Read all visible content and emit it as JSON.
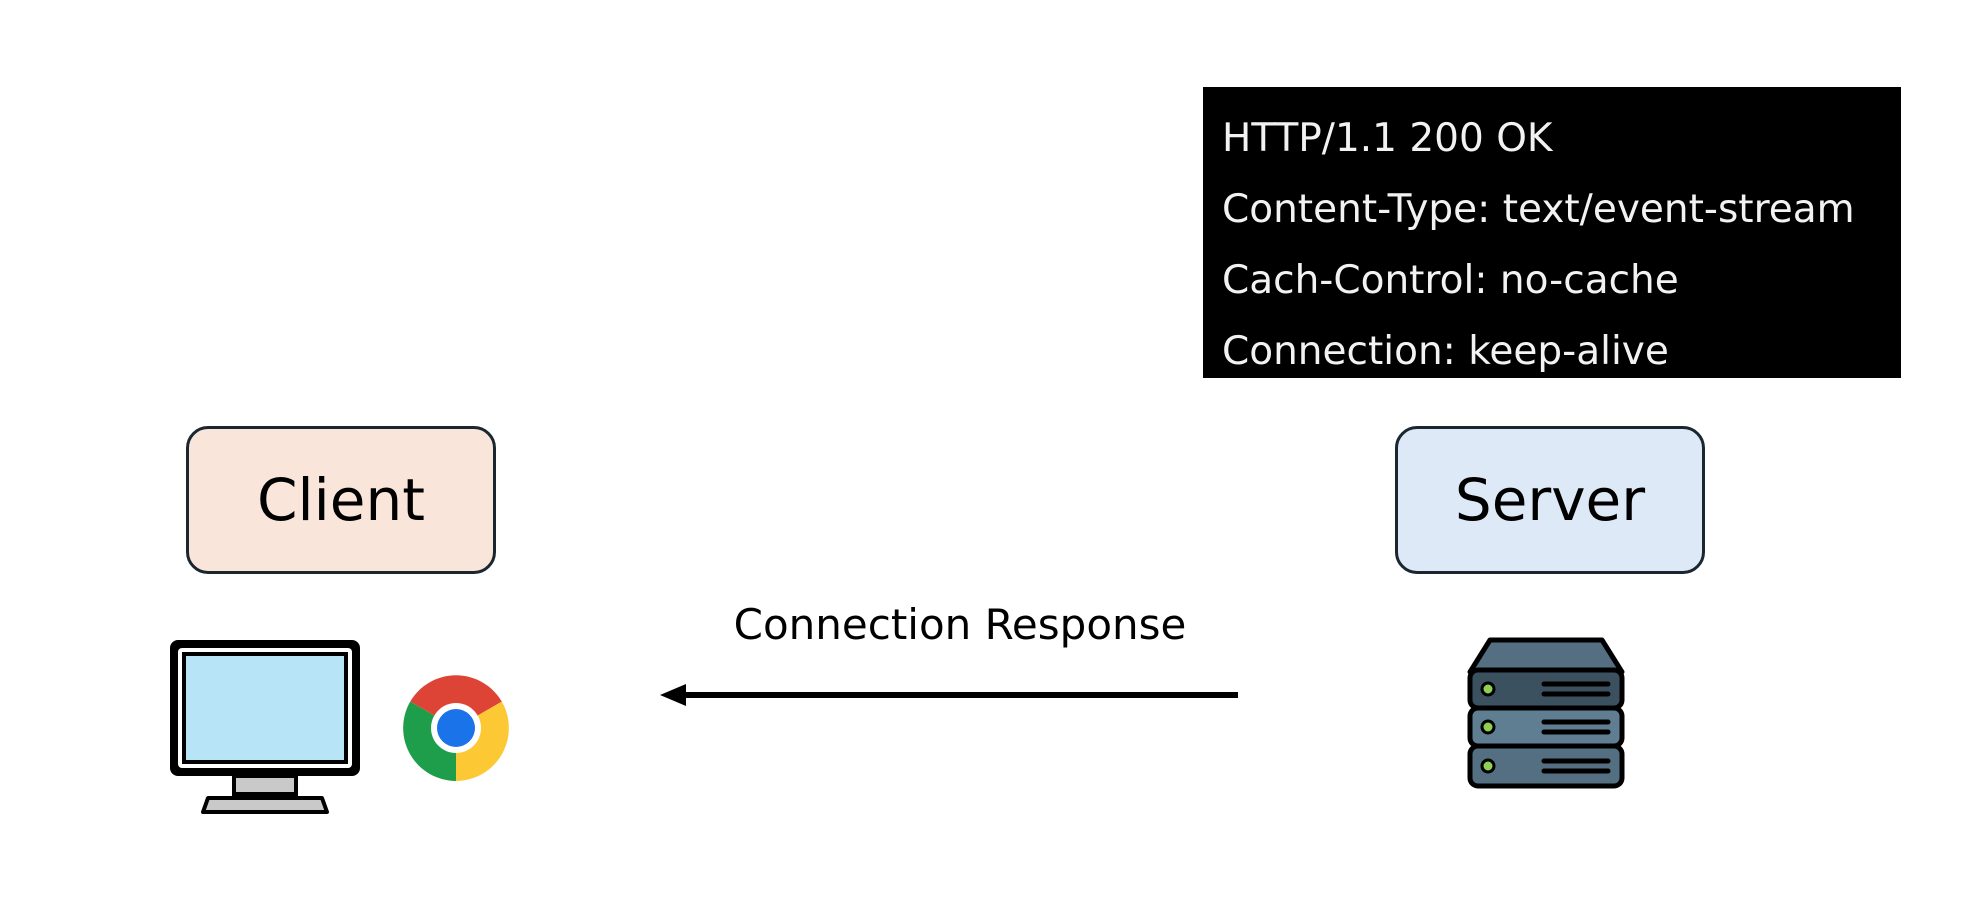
{
  "http_response": {
    "lines": [
      "HTTP/1.1 200 OK",
      "Content-Type: text/event-stream",
      "Cach-Control: no-cache",
      "Connection: keep-alive"
    ]
  },
  "client": {
    "label": "Client"
  },
  "server": {
    "label": "Server"
  },
  "arrow": {
    "label": "Connection Response",
    "direction": "server-to-client"
  },
  "icons": {
    "client_computer": "desktop-monitor-icon",
    "client_browser": "chrome-browser-icon",
    "server": "server-rack-icon"
  },
  "colors": {
    "client_box": "#fae5da",
    "server_box": "#dde9f6",
    "http_box": "#000000",
    "http_text": "#f2f2f2"
  }
}
